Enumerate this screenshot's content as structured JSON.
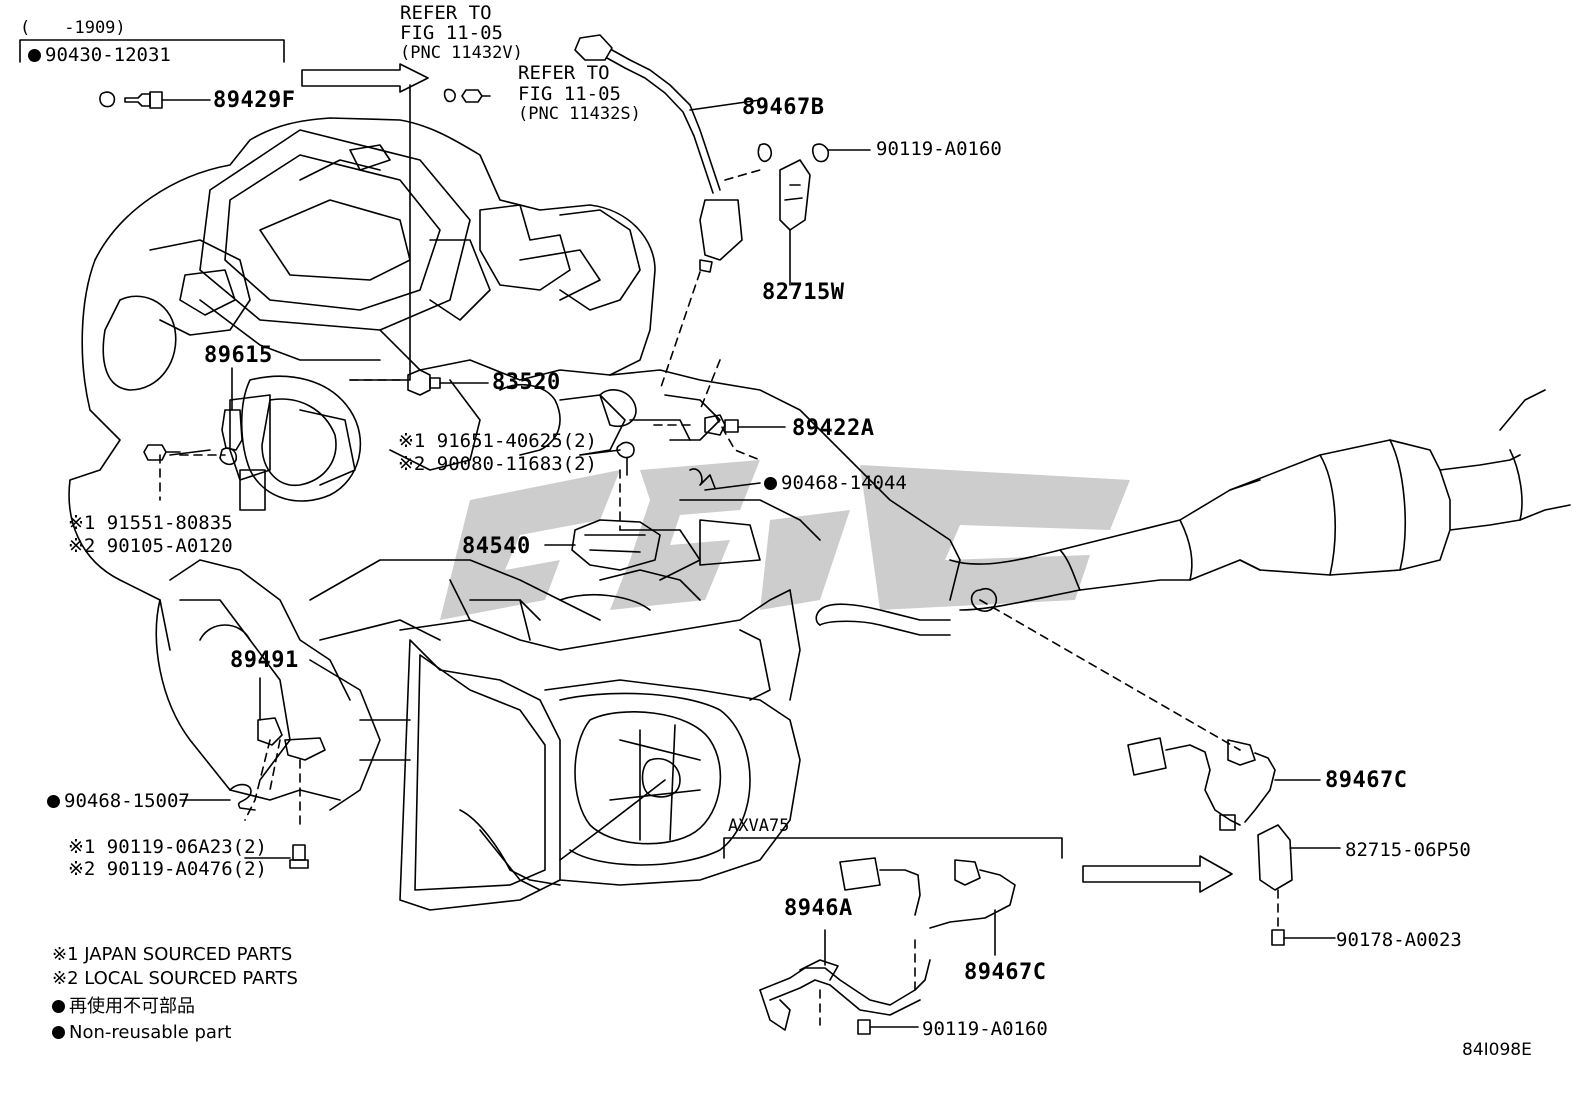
{
  "diagram_code": "84I098E",
  "watermark_color": "#c8c8c8",
  "line_color": "#000000",
  "top_left": {
    "range": "(　　-1909)",
    "part_90430": "90430-12031",
    "part_89429F": "89429F"
  },
  "refer_1": {
    "line1": "REFER TO",
    "line2": "FIG 11-05",
    "line3": "(PNC 11432V)"
  },
  "refer_2": {
    "line1": "REFER TO",
    "line2": "FIG 11-05",
    "line3": "(PNC 11432S)"
  },
  "parts": {
    "p89467B": "89467B",
    "p90119_A0160_top": "90119-A0160",
    "p82715W": "82715W",
    "p89615": "89615",
    "p83520": "83520",
    "p89422A": "89422A",
    "p91651": "※1 91651-40625(2)",
    "p90080": "※2 90080-11683(2)",
    "p90468_14044": "90468-14044",
    "p91551": "※1 91551-80835",
    "p90105": "※2 90105-A0120",
    "p84540": "84540",
    "p89491": "89491",
    "p90468_15007": "90468-15007",
    "p90119_06A23": "※1 90119-06A23(2)",
    "p90119_A0476": "※2 90119-A0476(2)",
    "p89467C_right": "89467C",
    "p82715_06P50": "82715-06P50",
    "p90178": "90178-A0023",
    "axva75": "AXVA75",
    "p8946A": "8946A",
    "p89467C_bottom": "89467C",
    "p90119_A0160_bottom": "90119-A0160"
  },
  "legend": {
    "japan": "※1 JAPAN SOURCED PARTS",
    "local": "※2 LOCAL SOURCED PARTS",
    "non_reusable_jp": "再使用不可部品",
    "non_reusable_en": "Non-reusable part"
  }
}
